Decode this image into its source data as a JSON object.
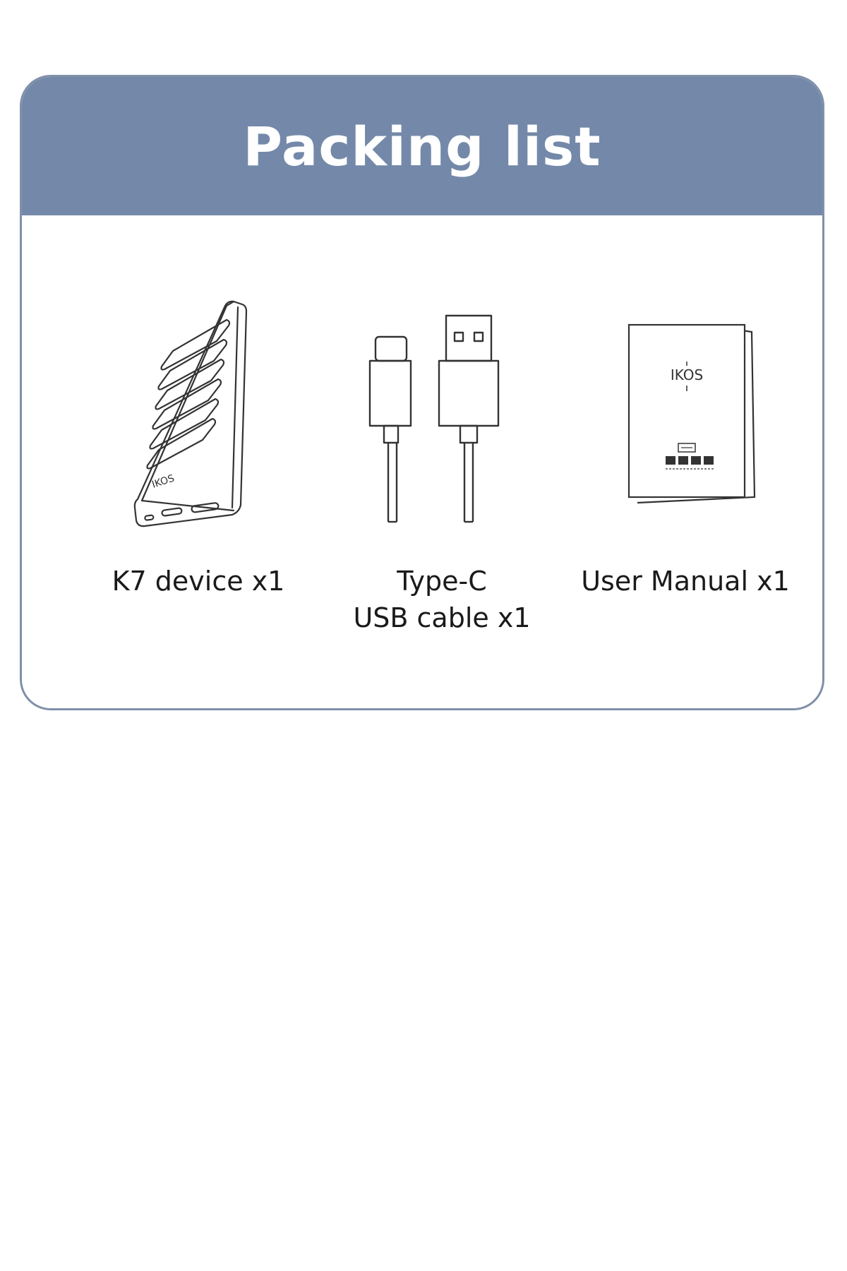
{
  "header": {
    "title": "Packing list"
  },
  "items": [
    {
      "label": "K7 device x1",
      "icon": "power-bank-device-icon"
    },
    {
      "label": "Type-C\nUSB cable x1",
      "icon": "usb-cable-icon"
    },
    {
      "label": "User Manual x1",
      "icon": "user-manual-icon"
    }
  ],
  "colors": {
    "header_bg": "#7489a9",
    "border": "#8090a8",
    "text": "#1a1a1a"
  }
}
